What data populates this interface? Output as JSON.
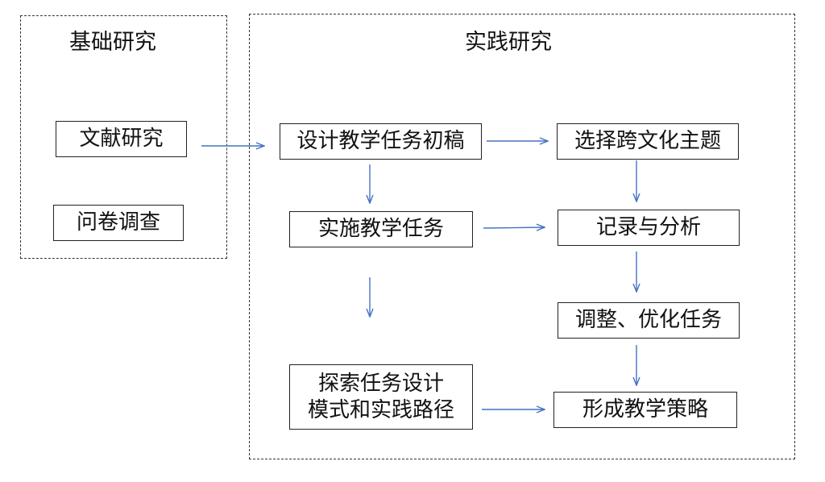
{
  "regions": {
    "basic": {
      "title": "基础研究"
    },
    "practice": {
      "title": "实践研究"
    }
  },
  "nodes": {
    "literature": "文献研究",
    "questionnaire": "问卷调查",
    "draft": "设计教学任务初稿",
    "theme": "选择跨文化主题",
    "implement": "实施教学任务",
    "record": "记录与分析",
    "adjust": "调整、优化任务",
    "explore_line1": "探索任务设计",
    "explore_line2": "模式和实践路径",
    "strategy": "形成教学策略"
  },
  "colors": {
    "arrow": "#4472c4",
    "border": "#222222",
    "dashed": "#333333"
  }
}
